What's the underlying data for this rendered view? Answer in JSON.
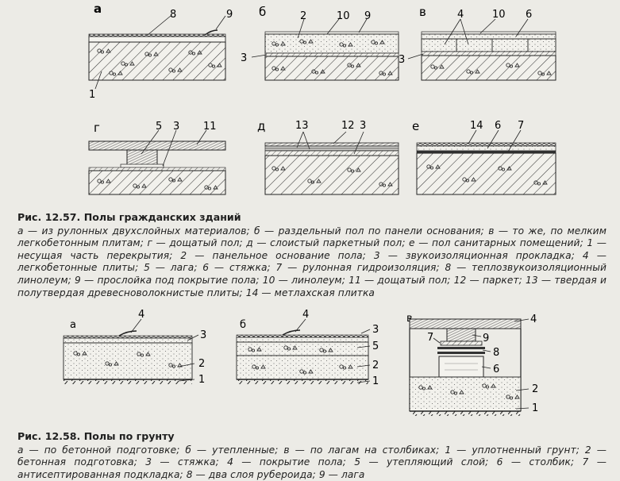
{
  "fig1": {
    "panel_letters": [
      "а",
      "б",
      "в",
      "г",
      "д",
      "е"
    ],
    "callouts": {
      "a": [
        "8",
        "9",
        "1"
      ],
      "b": [
        "2",
        "10",
        "9",
        "3"
      ],
      "v": [
        "4",
        "10",
        "6",
        "3"
      ],
      "g": [
        "5",
        "3",
        "11"
      ],
      "d": [
        "13",
        "12",
        "3"
      ],
      "e": [
        "14",
        "6",
        "7"
      ]
    },
    "title": "Рис. 12.57. Полы гражданских зданий",
    "caption": "а — из рулонных двухслойных материалов; б — раздельный пол по панели основания; в — то же, по мелким легкобетонным плитам; г — дощатый пол; д — слоистый паркетный пол; е — пол санитарных помещений; 1 — несущая часть перекрытия; 2 — панельное основание пола; 3 — звукоизоляционная прокладка; 4 — легкобетонные плиты; 5 — лага; 6 — стяжка; 7 — рулонная гидроизоляция; 8 — теплозвукоизоляционный линолеум; 9 — прослойка под покрытие пола; 10 — линолеум; 11 — дощатый пол; 12 — паркет; 13 — твердая и полутвердая древесноволокнистые плиты; 14 — метлахская плитка"
  },
  "fig2": {
    "panel_letters": [
      "а",
      "б",
      "в"
    ],
    "callouts": {
      "a": [
        "4",
        "3",
        "2",
        "1"
      ],
      "b": [
        "4",
        "3",
        "5",
        "2",
        "1"
      ],
      "v": [
        "4",
        "7",
        "9",
        "8",
        "6",
        "2",
        "1"
      ]
    },
    "title": "Рис. 12.58. Полы по грунту",
    "caption": "а — по бетонной подготовке; б — утепленные; в — по лагам на столбиках; 1 — уплотненный грунт; 2 — бетонная подготовка; 3 — стяжка; 4 — покрытие пола; 5 — утепляющий слой; 6 — столбик; 7 — антисептированная подкладка; 8 — два слоя рубероида; 9 — лага"
  },
  "colors": {
    "paper": "#ecebe6",
    "ink": "#1f1f1f"
  }
}
